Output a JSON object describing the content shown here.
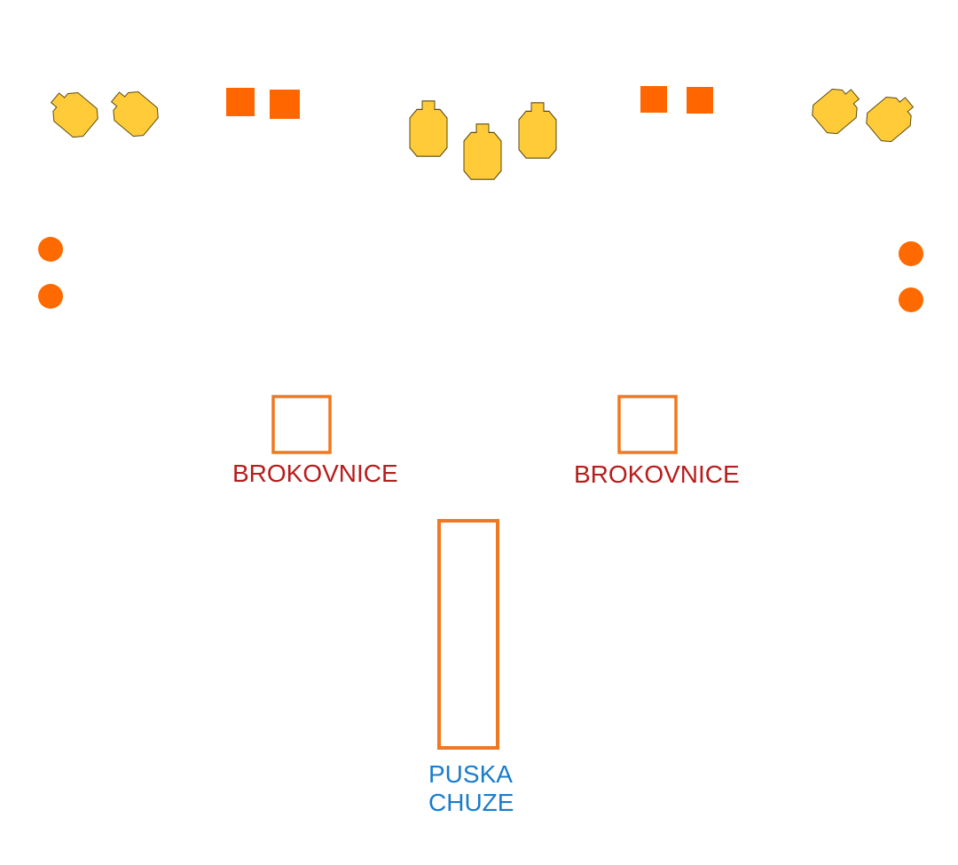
{
  "colors": {
    "background": "#ffffff",
    "target_fill": "#ffcb39",
    "target_stroke": "#5a4a10",
    "steel_plate": "#ff6600",
    "popper": "#ff6a00",
    "station_outline": "#f07820",
    "shotgun_label": "#b81c1c",
    "rifle_label": "#1a7ccc"
  },
  "stations": {
    "shotgun_left": {
      "label": "BROKOVNICE"
    },
    "shotgun_right": {
      "label": "BROKOVNICE"
    },
    "rifle_walk": {
      "label_line1": "PUSKA",
      "label_line2": "CHUZE"
    }
  },
  "icons": {
    "target": "ipsc-target-icon",
    "plate": "steel-plate-icon",
    "popper": "popper-icon"
  }
}
